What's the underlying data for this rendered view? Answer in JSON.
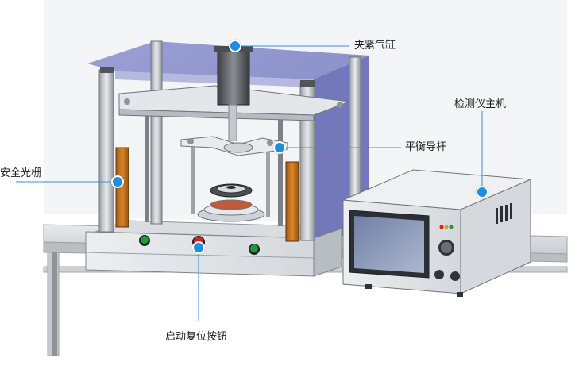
{
  "labels": {
    "clamp_cylinder": "夹紧气缸",
    "detector_host": "检测仪主机",
    "balance_guide_rod": "平衡导杆",
    "safety_light_curtain": "安全光栅",
    "start_reset_button": "启动复位按钮"
  },
  "colors": {
    "callout_dot": "#1f8de0",
    "leader_line": "#3c8fd3",
    "enclosure_glass": "#7e86c6",
    "safety_curtain": "#c8751a",
    "green_button": "#1f9a3a",
    "red_button": "#d62020",
    "bench": "#d3d7da"
  }
}
